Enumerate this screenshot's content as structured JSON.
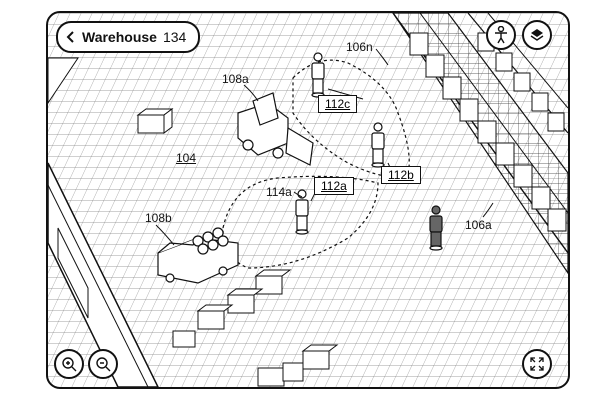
{
  "header": {
    "back_label": "Warehouse",
    "warehouse_number": "134",
    "back_icon": "chevron-left-icon"
  },
  "controls": {
    "person_icon": "person-icon",
    "layers_icon": "layers-icon",
    "zoom_in_icon": "zoom-in-icon",
    "zoom_out_icon": "zoom-out-icon",
    "expand_icon": "expand-icon"
  },
  "map": {
    "floor_label": "104",
    "forklift_label": "108a",
    "truck_label": "108b",
    "rack_label_top": "106n",
    "rack_label_right": "106a",
    "worker_label": "114a",
    "tags": {
      "tag_112a": "112a",
      "tag_112b": "112b",
      "tag_112c": "112c"
    }
  }
}
